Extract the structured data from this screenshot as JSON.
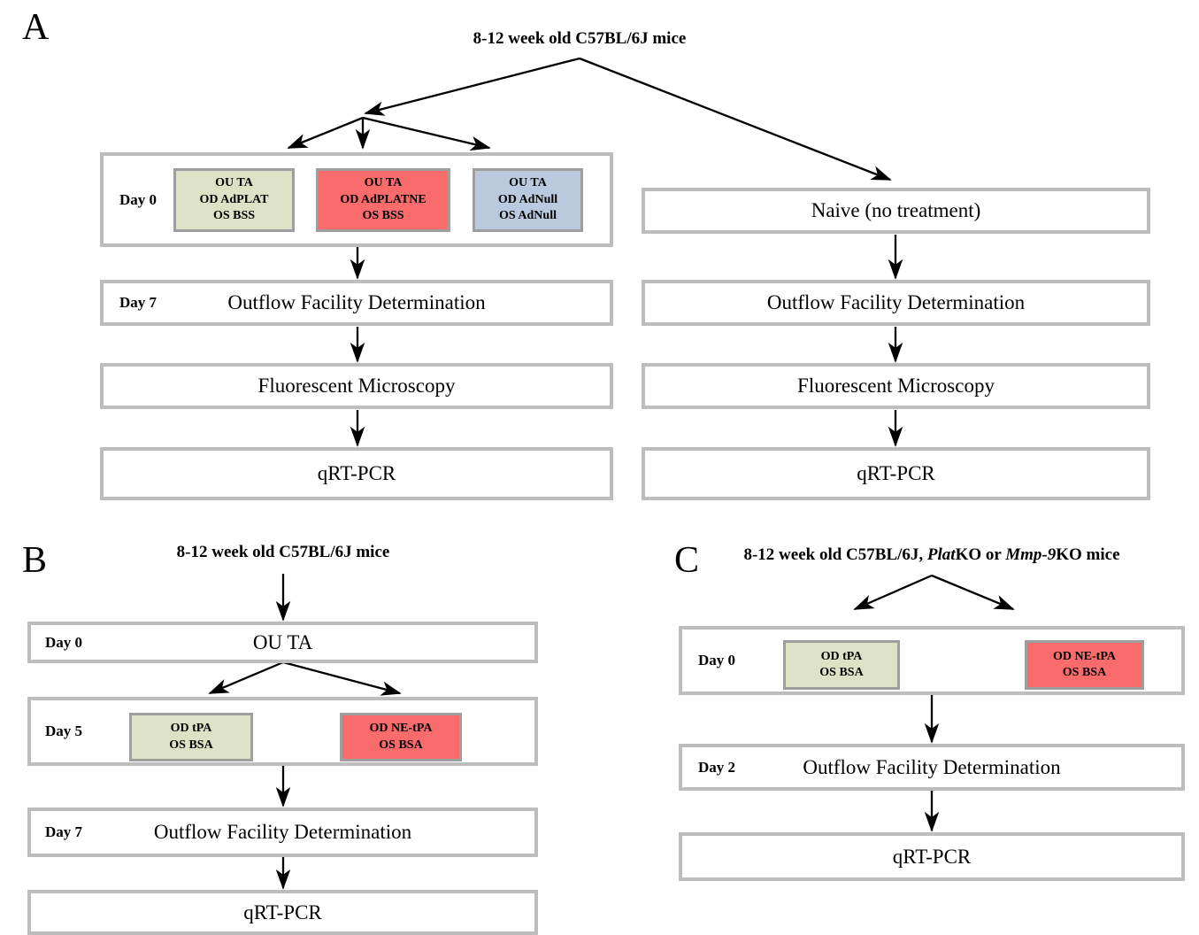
{
  "figure": {
    "colors": {
      "green": "#dde2c6",
      "red": "#fa6b6b",
      "blue": "#b9cade",
      "box_border": "#bdbdbd",
      "chip_border": "#9e9e9e",
      "background": "#ffffff",
      "text": "#000000"
    }
  },
  "panel_a": {
    "letter": "A",
    "title": "8-12 week old C57BL/6J mice",
    "left_column": {
      "day0": {
        "label": "Day 0",
        "chips": [
          {
            "color_key": "green",
            "lines": [
              "OU TA",
              "OD AdPLAT",
              "OS BSS"
            ]
          },
          {
            "color_key": "red",
            "lines": [
              "OU TA",
              "OD AdPLATNE",
              "OS BSS"
            ]
          },
          {
            "color_key": "blue",
            "lines": [
              "OU TA",
              "OD AdNull",
              "OS AdNull"
            ]
          }
        ]
      },
      "steps": [
        {
          "label": "Day 7",
          "text": "Outflow Facility Determination"
        },
        {
          "label": "",
          "text": "Fluorescent Microscopy"
        },
        {
          "label": "",
          "text": "qRT-PCR"
        }
      ]
    },
    "right_column": {
      "steps": [
        {
          "label": "",
          "text": "Naive (no treatment)"
        },
        {
          "label": "",
          "text": "Outflow Facility Determination"
        },
        {
          "label": "",
          "text": "Fluorescent Microscopy"
        },
        {
          "label": "",
          "text": "qRT-PCR"
        }
      ]
    }
  },
  "panel_b": {
    "letter": "B",
    "title": "8-12 week old C57BL/6J mice",
    "day0": {
      "label": "Day 0",
      "text": "OU TA"
    },
    "day5": {
      "label": "Day 5",
      "chips": [
        {
          "color_key": "green",
          "lines": [
            "OD tPA",
            "OS BSA"
          ]
        },
        {
          "color_key": "red",
          "lines": [
            "OD NE-tPA",
            "OS BSA"
          ]
        }
      ]
    },
    "steps": [
      {
        "label": "Day 7",
        "text": "Outflow Facility Determination"
      },
      {
        "label": "",
        "text": "qRT-PCR"
      }
    ]
  },
  "panel_c": {
    "letter": "C",
    "title_parts": [
      {
        "text": "8-12 week old C57BL/6J, ",
        "italic": false
      },
      {
        "text": "Plat",
        "italic": true
      },
      {
        "text": "KO or ",
        "italic": false
      },
      {
        "text": "Mmp-9",
        "italic": true
      },
      {
        "text": "KO mice",
        "italic": false
      }
    ],
    "title_plain": "8-12 week old C57BL/6J, PlatKO or Mmp-9KO mice",
    "day0": {
      "label": "Day 0",
      "chips": [
        {
          "color_key": "green",
          "lines": [
            "OD tPA",
            "OS BSA"
          ]
        },
        {
          "color_key": "red",
          "lines": [
            "OD NE-tPA",
            "OS BSA"
          ]
        }
      ]
    },
    "steps": [
      {
        "label": "Day 2",
        "text": "Outflow Facility Determination"
      },
      {
        "label": "",
        "text": "qRT-PCR"
      }
    ]
  }
}
